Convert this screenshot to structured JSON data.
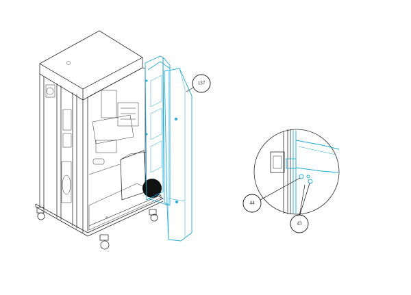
{
  "callouts": {
    "door_panel": "137",
    "detail_a": "44",
    "detail_b": "43"
  },
  "colors": {
    "outline": "#2b2b2b",
    "highlight": "#1aa9d6",
    "background": "#ffffff"
  }
}
